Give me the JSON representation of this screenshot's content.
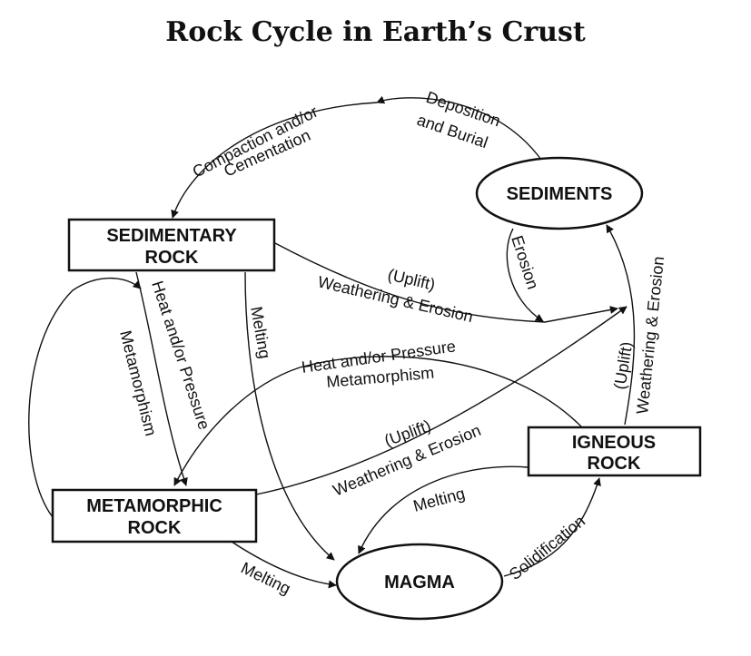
{
  "title": "Rock Cycle in Earth’s Crust",
  "nodes": {
    "sediments": "SEDIMENTS",
    "sedimentary_1": "SEDIMENTARY",
    "sedimentary_2": "ROCK",
    "metamorphic_1": "METAMORPHIC",
    "metamorphic_2": "ROCK",
    "igneous_1": "IGNEOUS",
    "igneous_2": "ROCK",
    "magma": "MAGMA"
  },
  "labels": {
    "deposition_1": "Deposition",
    "deposition_2": "and Burial",
    "compaction_1": "Compaction and/or",
    "compaction_2": "Cementation",
    "erosion": "Erosion",
    "uplift_sed": "(Uplift)",
    "weathering_sed": "Weathering & Erosion",
    "heat_sed_1": "Heat and/or Pressure",
    "heat_sed_2": "Metamorphism",
    "melting_sed": "Melting",
    "heat_ign_1": "Heat and/or Pressure",
    "heat_ign_2": "Metamorphism",
    "uplift_met": "(Uplift)",
    "weathering_met": "Weathering & Erosion",
    "melting_ign": "Melting",
    "uplift_ign": "(Uplift)",
    "weathering_ign": "Weathering & Erosion",
    "melting_met": "Melting",
    "solidification": "Solidification"
  }
}
